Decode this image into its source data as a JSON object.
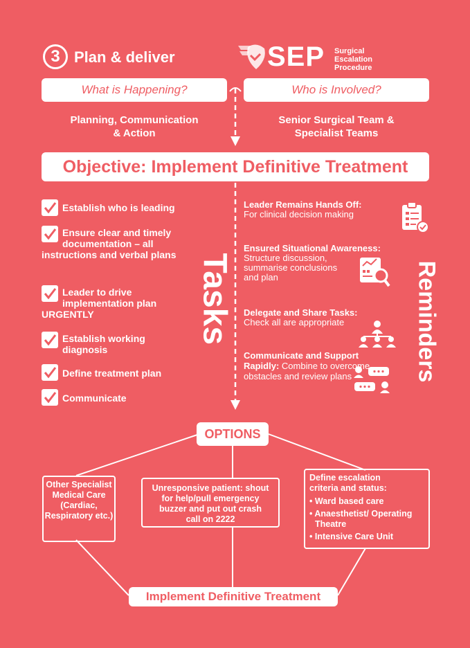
{
  "header": {
    "step_number": "3",
    "step_title": "Plan & deliver",
    "logo_text": "SEP",
    "logo_subtitle": [
      "Surgical",
      "Escalation",
      "Procedure"
    ]
  },
  "questions": {
    "left": "What is Happening?",
    "right": "Who is Involved?",
    "left_answer": [
      "Planning, Communication",
      "& Action"
    ],
    "right_answer": [
      "Senior Surgical Team &",
      "Specialist Teams"
    ]
  },
  "objective": "Objective: Implement Definitive Treatment",
  "tasks_heading": "Tasks",
  "reminders_heading": "Reminders",
  "tasks": [
    "Establish who is leading",
    "Ensure clear and timely documentation – all instructions and verbal plans",
    "Leader to drive implementation plan URGENTLY",
    "Establish working diagnosis",
    "Define treatment plan",
    "Communicate"
  ],
  "reminders": [
    {
      "title": "Leader Remains Hands Off:",
      "body": "For clinical decision making",
      "icon": "clipboard-icon"
    },
    {
      "title": "Ensured Situational Awareness:",
      "body": "Structure discussion, summarise conclusions and plan",
      "icon": "analysis-icon"
    },
    {
      "title": "Delegate and Share Tasks:",
      "body": "Check all are appropriate",
      "icon": "team-hierarchy-icon"
    },
    {
      "title": "Communicate and Support Rapidly:",
      "body": "Combine to overcome obstacles and review plans",
      "icon": "conversation-icon"
    }
  ],
  "options": {
    "title": "OPTIONS",
    "left": "Other Specialist Medical Care (Cardiac, Respiratory etc.)",
    "center": "Unresponsive patient: shout for help/pull emergency buzzer and put out crash call on 2222",
    "right_title": "Define escalation criteria and status:",
    "right_items": [
      "Ward based care",
      "Anaesthetist/ Operating Theatre",
      "Intensive Care Unit"
    ],
    "footer": "Implement Definitive Treatment"
  },
  "colors": {
    "background": "#ef5d63",
    "accent": "#ffffff"
  }
}
